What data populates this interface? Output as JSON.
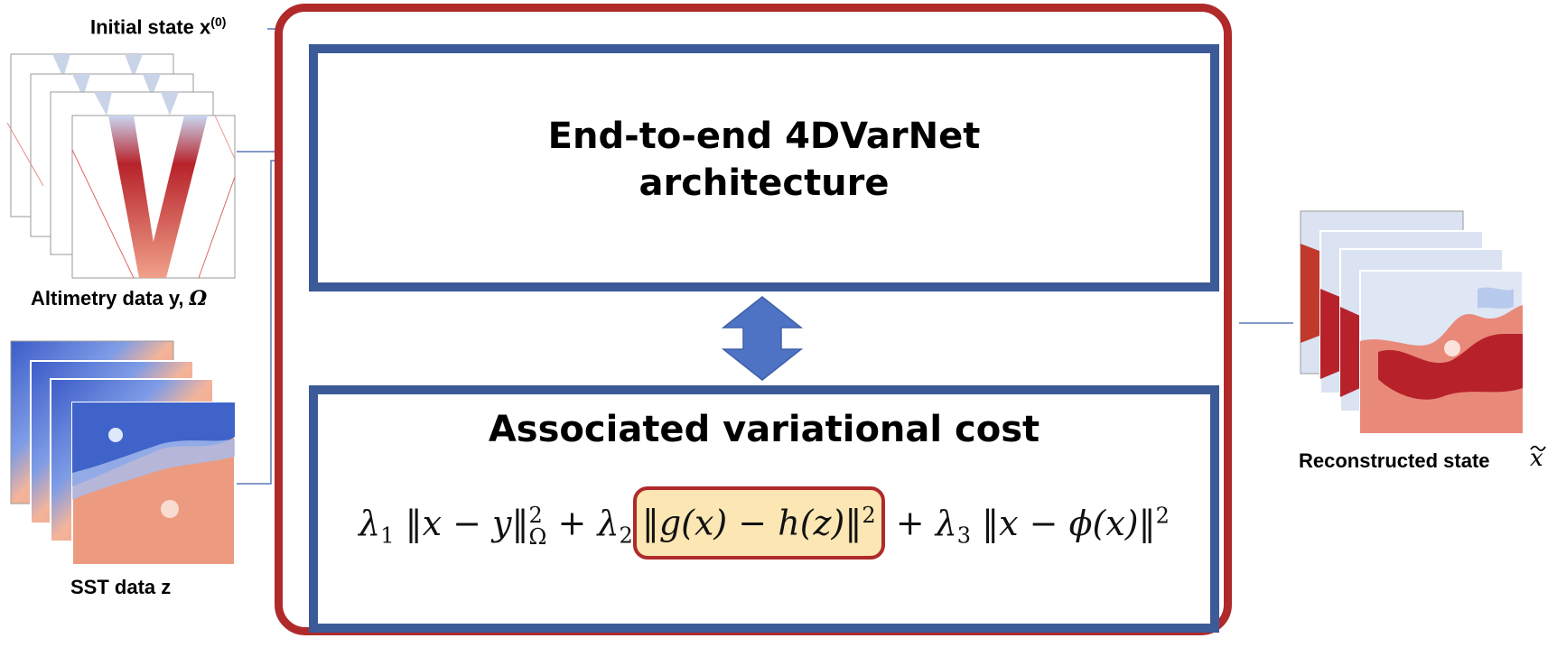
{
  "labels": {
    "initial_state": "Initial state x",
    "initial_state_sup": "(0)",
    "altimetry": "Altimetry data y, ",
    "altimetry_omega": "Ω",
    "sst": "SST data z",
    "reconstructed": "Reconstructed state "
  },
  "top_panel": {
    "line1": "End-to-end 4DVarNet",
    "line2": "architecture"
  },
  "bottom_panel": {
    "title": "Associated variational cost",
    "formula": {
      "t1_coef": "λ",
      "t1_sub": "1",
      "t1_body": "‖x − y‖",
      "t1_sup": "2",
      "t1_norm_sub": "Ω",
      "plus1": "+",
      "t2_coef": "λ",
      "t2_sub": "2",
      "t2_body": "‖g(x) − h(z)‖",
      "t2_sup": "2",
      "plus2": "+",
      "t3_coef": "λ",
      "t3_sub": "3",
      "t3_body": "‖x − ϕ(x)‖",
      "t3_sup": "2"
    }
  },
  "colors": {
    "outer_border": "#b02a2a",
    "panel_border": "#3c5a98",
    "arrow": "#4f73c4",
    "highlight_fill": "#fbe6b4"
  },
  "icons": {
    "arrow": "double-headed-vertical-arrow",
    "altimetry_stack": "altimetry-map-stack",
    "sst_stack": "sst-map-stack",
    "reconstructed_stack": "reconstructed-map-stack"
  }
}
